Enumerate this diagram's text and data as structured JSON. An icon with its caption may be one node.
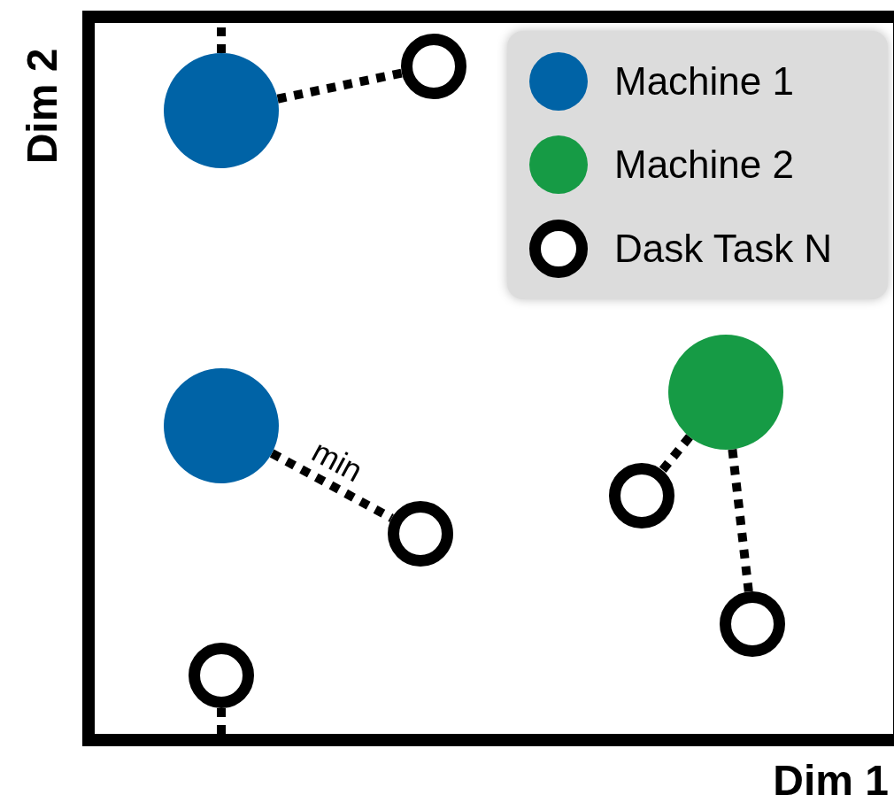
{
  "diagram": {
    "nodes": [
      {
        "text": [],
        "shape": "circle"
      },
      {
        "text": [],
        "shape": "circle"
      },
      {
        "text": [],
        "shape": "circle"
      },
      {
        "text": [],
        "shape": "circle"
      },
      {
        "text": [],
        "shape": "circle"
      },
      {
        "text": [],
        "shape": "circle"
      },
      {
        "text": [],
        "shape": "circle"
      },
      {
        "text": [],
        "shape": "circle"
      }
    ],
    "edges": [
      {
        "from": 0,
        "to": null,
        "arrow": "none"
      },
      {
        "from": 0,
        "to": 1,
        "arrow": "none"
      },
      {
        "from": 3,
        "to": 5,
        "arrow": "none",
        "label": "min"
      },
      {
        "from": 2,
        "to": 4,
        "arrow": "none"
      },
      {
        "from": 2,
        "to": 6,
        "arrow": "none"
      },
      {
        "from": 7,
        "to": null,
        "arrow": "none"
      }
    ],
    "labels": [
      "Dim 2",
      "Dim 1"
    ],
    "legend": [
      {
        "text": "Machine 1",
        "color": "#0063a6"
      },
      {
        "text": "Machine 2",
        "color": "#169b45"
      },
      {
        "text": "Dask Task N"
      }
    ]
  }
}
